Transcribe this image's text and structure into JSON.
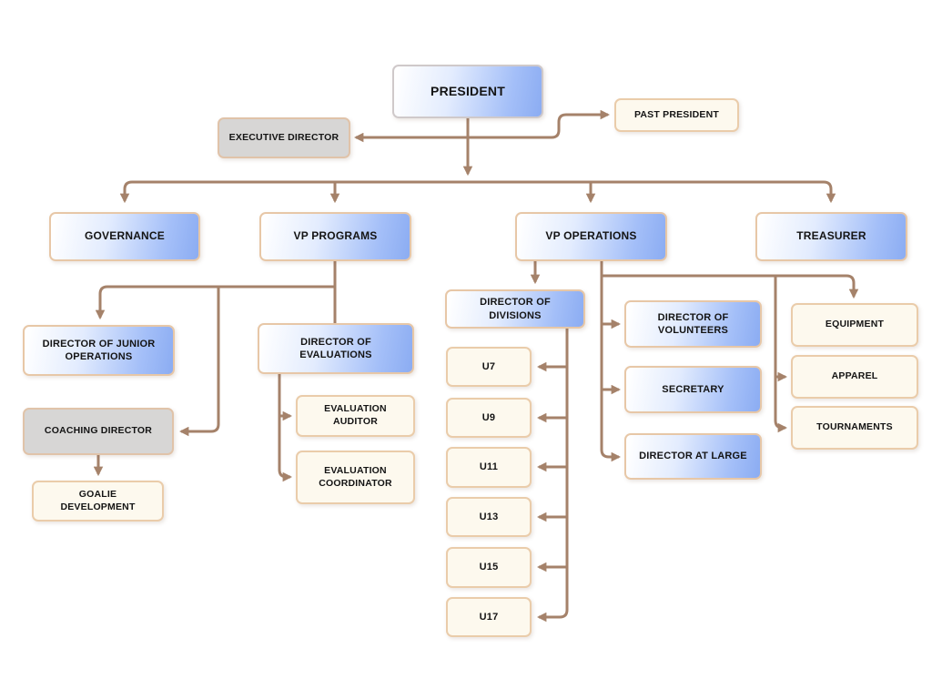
{
  "diagram": {
    "type": "org-chart",
    "nodes": {
      "president": {
        "label": "PRESIDENT",
        "style": "blue"
      },
      "past_president": {
        "label": "PAST PRESIDENT",
        "style": "cream"
      },
      "executive_director": {
        "label": "EXECUTIVE DIRECTOR",
        "style": "gray"
      },
      "governance": {
        "label": "GOVERNANCE",
        "style": "blue"
      },
      "vp_programs": {
        "label": "VP PROGRAMS",
        "style": "blue"
      },
      "vp_operations": {
        "label": "VP OPERATIONS",
        "style": "blue"
      },
      "treasurer": {
        "label": "TREASURER",
        "style": "blue"
      },
      "director_junior_operations": {
        "label": "DIRECTOR OF JUNIOR OPERATIONS",
        "style": "blue"
      },
      "director_evaluations": {
        "label": "DIRECTOR OF EVALUATIONS",
        "style": "blue"
      },
      "coaching_director": {
        "label": "COACHING DIRECTOR",
        "style": "gray"
      },
      "goalie_development": {
        "label": "GOALIE DEVELOPMENT",
        "style": "cream"
      },
      "evaluation_auditor": {
        "label": "EVALUATION AUDITOR",
        "style": "cream"
      },
      "evaluation_coordinator": {
        "label": "EVALUATION COORDINATOR",
        "style": "cream"
      },
      "director_divisions": {
        "label": "DIRECTOR OF DIVISIONS",
        "style": "blue"
      },
      "u7": {
        "label": "U7",
        "style": "cream"
      },
      "u9": {
        "label": "U9",
        "style": "cream"
      },
      "u11": {
        "label": "U11",
        "style": "cream"
      },
      "u13": {
        "label": "U13",
        "style": "cream"
      },
      "u15": {
        "label": "U15",
        "style": "cream"
      },
      "u17": {
        "label": "U17",
        "style": "cream"
      },
      "director_volunteers": {
        "label": "DIRECTOR OF VOLUNTEERS",
        "style": "blue"
      },
      "secretary": {
        "label": "SECRETARY",
        "style": "blue"
      },
      "director_at_large": {
        "label": "DIRECTOR AT LARGE",
        "style": "blue"
      },
      "equipment": {
        "label": "EQUIPMENT",
        "style": "cream"
      },
      "apparel": {
        "label": "APPAREL",
        "style": "cream"
      },
      "tournaments": {
        "label": "TOURNAMENTS",
        "style": "cream"
      }
    },
    "edges": [
      {
        "from": "president",
        "to": "executive_director"
      },
      {
        "from": "president",
        "to": "past_president"
      },
      {
        "from": "president",
        "to": "governance"
      },
      {
        "from": "president",
        "to": "vp_programs"
      },
      {
        "from": "president",
        "to": "vp_operations"
      },
      {
        "from": "president",
        "to": "treasurer"
      },
      {
        "from": "vp_programs",
        "to": "director_junior_operations"
      },
      {
        "from": "vp_programs",
        "to": "director_evaluations"
      },
      {
        "from": "vp_programs",
        "to": "coaching_director"
      },
      {
        "from": "coaching_director",
        "to": "goalie_development"
      },
      {
        "from": "director_evaluations",
        "to": "evaluation_auditor"
      },
      {
        "from": "director_evaluations",
        "to": "evaluation_coordinator"
      },
      {
        "from": "vp_operations",
        "to": "director_divisions"
      },
      {
        "from": "vp_operations",
        "to": "director_volunteers"
      },
      {
        "from": "vp_operations",
        "to": "secretary"
      },
      {
        "from": "vp_operations",
        "to": "director_at_large"
      },
      {
        "from": "vp_operations",
        "to": "equipment"
      },
      {
        "from": "vp_operations",
        "to": "apparel"
      },
      {
        "from": "vp_operations",
        "to": "tournaments"
      },
      {
        "from": "director_divisions",
        "to": "u7"
      },
      {
        "from": "director_divisions",
        "to": "u9"
      },
      {
        "from": "director_divisions",
        "to": "u11"
      },
      {
        "from": "director_divisions",
        "to": "u13"
      },
      {
        "from": "director_divisions",
        "to": "u15"
      },
      {
        "from": "director_divisions",
        "to": "u17"
      }
    ],
    "colors": {
      "background": "#ffffff",
      "node_blue_light": "#ffffff",
      "node_blue_dark": "#8bacf2",
      "node_gray": "#d7d6d5",
      "node_cream": "#fdf9ee",
      "node_border": "#e7c7a7",
      "connector": "#a5826a",
      "text": "#141414"
    }
  }
}
